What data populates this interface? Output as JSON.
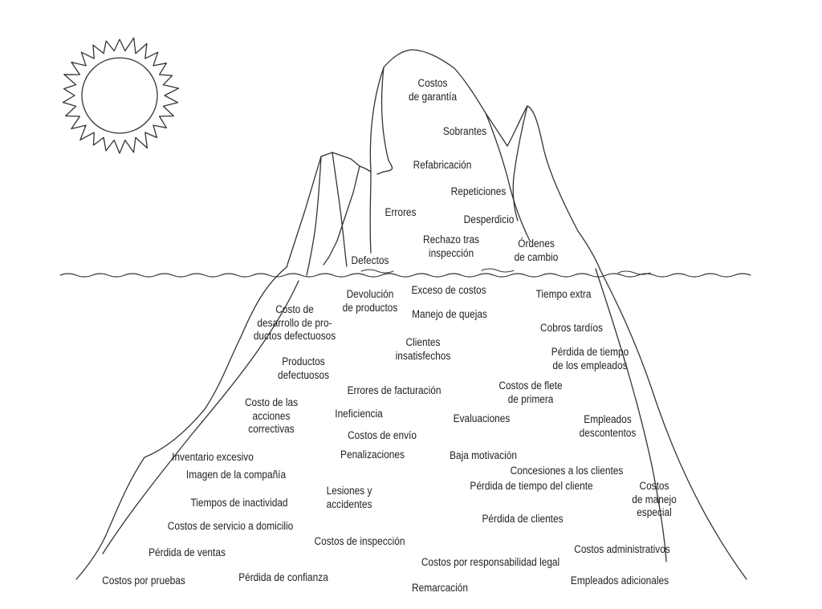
{
  "colors": {
    "ink": "#222222",
    "background": "#ffffff"
  },
  "icons": {
    "sun": "sun-icon"
  },
  "above_water": [
    {
      "id": "garantia",
      "text": "Costos\nde garantía"
    },
    {
      "id": "sobrantes",
      "text": "Sobrantes"
    },
    {
      "id": "refabricacion",
      "text": "Refabricación"
    },
    {
      "id": "repeticiones",
      "text": "Repeticiones"
    },
    {
      "id": "errores",
      "text": "Errores"
    },
    {
      "id": "desperdicio",
      "text": "Desperdicio"
    },
    {
      "id": "rechazo",
      "text": "Rechazo tras\ninspección"
    },
    {
      "id": "ordenes",
      "text": "Órdenes\nde cambio"
    },
    {
      "id": "defectos",
      "text": "Defectos"
    }
  ],
  "below_water": [
    {
      "id": "devolucion",
      "text": "Devolución\nde productos"
    },
    {
      "id": "exceso",
      "text": "Exceso de costos"
    },
    {
      "id": "tiempo_extra",
      "text": "Tiempo extra"
    },
    {
      "id": "desarrollo",
      "text": "Costo de\ndesarrollo de pro-\nductos defectuosos"
    },
    {
      "id": "quejas",
      "text": "Manejo de quejas"
    },
    {
      "id": "cobros",
      "text": "Cobros tardíos"
    },
    {
      "id": "clientes_ins",
      "text": "Clientes\ninsatisfechos"
    },
    {
      "id": "perdida_emp",
      "text": "Pérdida de tiempo\nde los empleados"
    },
    {
      "id": "productos_def",
      "text": "Productos\ndefectuosos"
    },
    {
      "id": "flete",
      "text": "Costos de flete\nde primera"
    },
    {
      "id": "facturacion",
      "text": "Errores de facturación"
    },
    {
      "id": "acciones",
      "text": "Costo de las\nacciones\ncorrectivas"
    },
    {
      "id": "ineficiencia",
      "text": "Ineficiencia"
    },
    {
      "id": "evaluaciones",
      "text": "Evaluaciones"
    },
    {
      "id": "descontentos",
      "text": "Empleados\ndescontentos"
    },
    {
      "id": "envio",
      "text": "Costos de envío"
    },
    {
      "id": "inventario",
      "text": "Inventario excesivo"
    },
    {
      "id": "penalizaciones",
      "text": "Penalizaciones"
    },
    {
      "id": "motivacion",
      "text": "Baja motivación"
    },
    {
      "id": "concesiones",
      "text": "Concesiones a los clientes"
    },
    {
      "id": "imagen",
      "text": "Imagen de la compañía"
    },
    {
      "id": "tiempo_cliente",
      "text": "Pérdida de tiempo del cliente"
    },
    {
      "id": "manejo_esp",
      "text": "Costos\nde manejo\nespecial"
    },
    {
      "id": "lesiones",
      "text": "Lesiones y\naccidentes"
    },
    {
      "id": "inactividad",
      "text": "Tiempos de inactividad"
    },
    {
      "id": "perdida_clientes",
      "text": "Pérdida de clientes"
    },
    {
      "id": "domicilio",
      "text": "Costos de servicio a domicilio"
    },
    {
      "id": "inspeccion",
      "text": "Costos de inspección"
    },
    {
      "id": "administrativos",
      "text": "Costos administrativos"
    },
    {
      "id": "ventas",
      "text": "Pérdida de ventas"
    },
    {
      "id": "responsabilidad",
      "text": "Costos por responsabilidad legal"
    },
    {
      "id": "pruebas",
      "text": "Costos por pruebas"
    },
    {
      "id": "confianza",
      "text": "Pérdida de confianza"
    },
    {
      "id": "adicionales",
      "text": "Empleados adicionales"
    },
    {
      "id": "remarcacion",
      "text": "Remarcación"
    }
  ]
}
